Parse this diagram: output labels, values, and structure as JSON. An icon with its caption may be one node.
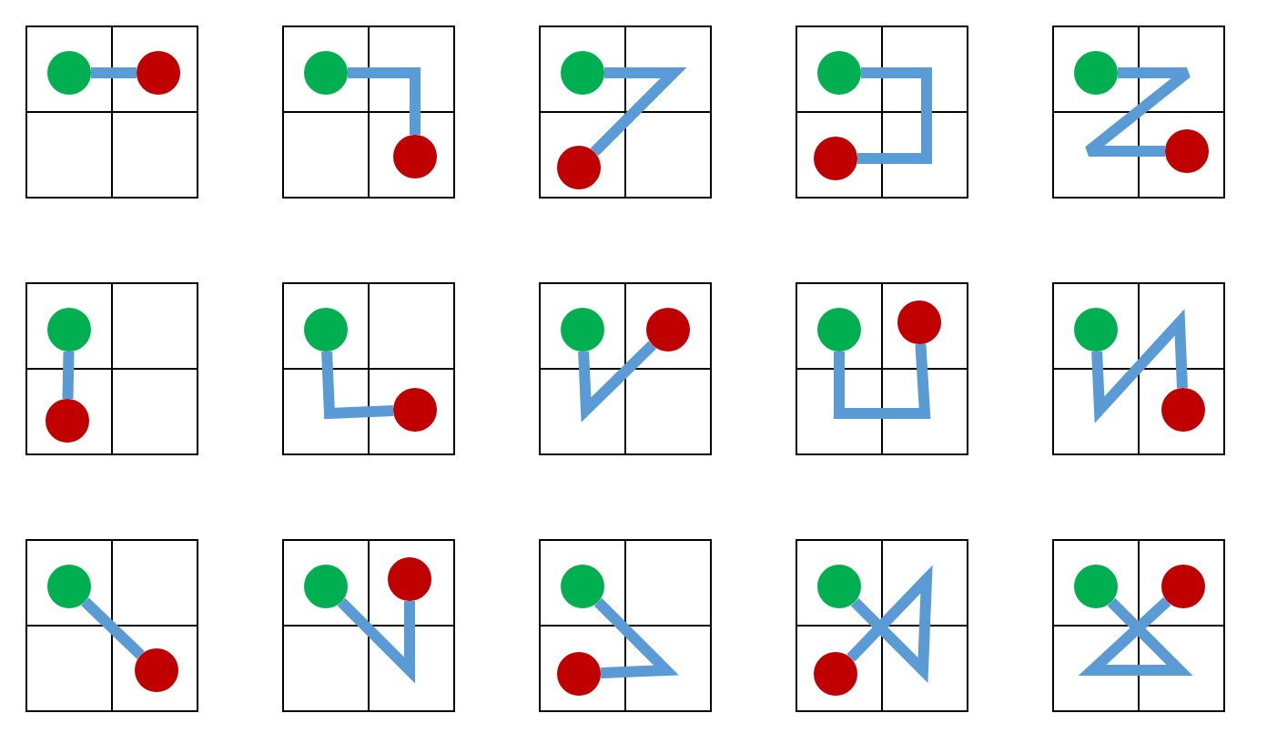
{
  "diagram": {
    "nodes": [
      {
        "text": [],
        "shape": "circle"
      },
      {
        "text": [],
        "shape": "circle"
      },
      {
        "text": [],
        "shape": "circle"
      },
      {
        "text": [],
        "shape": "circle"
      },
      {
        "text": [],
        "shape": "circle"
      },
      {
        "text": [],
        "shape": "circle"
      },
      {
        "text": [],
        "shape": "circle"
      },
      {
        "text": [],
        "shape": "circle"
      },
      {
        "text": [],
        "shape": "circle"
      },
      {
        "text": [],
        "shape": "circle"
      },
      {
        "text": [],
        "shape": "circle"
      },
      {
        "text": [],
        "shape": "circle"
      },
      {
        "text": [],
        "shape": "circle"
      },
      {
        "text": [],
        "shape": "circle"
      },
      {
        "text": [],
        "shape": "circle"
      },
      {
        "text": [],
        "shape": "circle"
      },
      {
        "text": [],
        "shape": "circle"
      },
      {
        "text": [],
        "shape": "circle"
      },
      {
        "text": [],
        "shape": "circle"
      },
      {
        "text": [],
        "shape": "circle"
      },
      {
        "text": [],
        "shape": "circle"
      },
      {
        "text": [],
        "shape": "circle"
      },
      {
        "text": [],
        "shape": "circle"
      },
      {
        "text": [],
        "shape": "circle"
      },
      {
        "text": [],
        "shape": "circle"
      },
      {
        "text": [],
        "shape": "circle"
      },
      {
        "text": [],
        "shape": "circle"
      },
      {
        "text": [],
        "shape": "circle"
      },
      {
        "text": [],
        "shape": "circle"
      },
      {
        "text": [],
        "shape": "circle"
      }
    ],
    "edges": [
      {
        "from": 0,
        "to": 1,
        "arrow": "none"
      },
      {
        "from": 2,
        "to": 3,
        "arrow": "none"
      },
      {
        "from": 4,
        "to": 5,
        "arrow": "none"
      },
      {
        "from": 6,
        "to": 7,
        "arrow": "none"
      },
      {
        "from": 8,
        "to": 9,
        "arrow": "none"
      },
      {
        "from": 10,
        "to": 11,
        "arrow": "none"
      },
      {
        "from": 12,
        "to": 13,
        "arrow": "none"
      },
      {
        "from": 14,
        "to": 15,
        "arrow": "none"
      },
      {
        "from": 16,
        "to": 17,
        "arrow": "none"
      },
      {
        "from": 18,
        "to": 19,
        "arrow": "none"
      },
      {
        "from": 20,
        "to": 21,
        "arrow": "none"
      },
      {
        "from": 22,
        "to": 23,
        "arrow": "none"
      },
      {
        "from": 24,
        "to": 25,
        "arrow": "none"
      },
      {
        "from": 26,
        "to": 27,
        "arrow": "none"
      },
      {
        "from": 28,
        "to": 29,
        "arrow": "none"
      }
    ]
  }
}
